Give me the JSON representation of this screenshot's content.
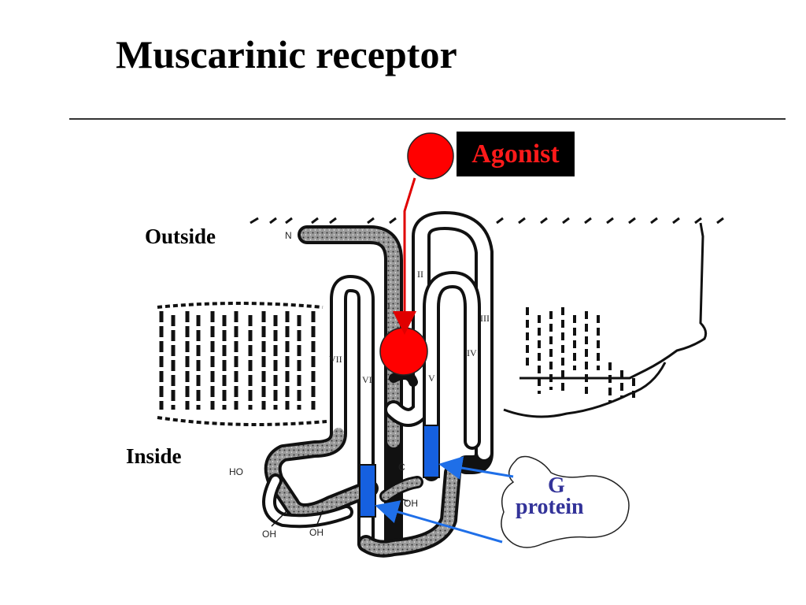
{
  "title": "Muscarinic receptor",
  "labels": {
    "outside": "Outside",
    "inside": "Inside",
    "agonist": "Agonist",
    "g_protein_line1": "G",
    "g_protein_line2": "protein"
  },
  "receptor": {
    "n_terminus": "N",
    "c_terminus": "C",
    "helices": [
      "I",
      "II",
      "III",
      "IV",
      "V",
      "VI",
      "VII"
    ],
    "hydroxyl_groups": [
      "HO",
      "OH",
      "OH",
      "OH"
    ]
  },
  "colors": {
    "agonist": "#ff0000",
    "agonist_arrow": "#e00000",
    "g_protein_site": "#1560e0",
    "g_protein_arrow": "#1f6fe8",
    "g_protein_text": "#333399"
  }
}
